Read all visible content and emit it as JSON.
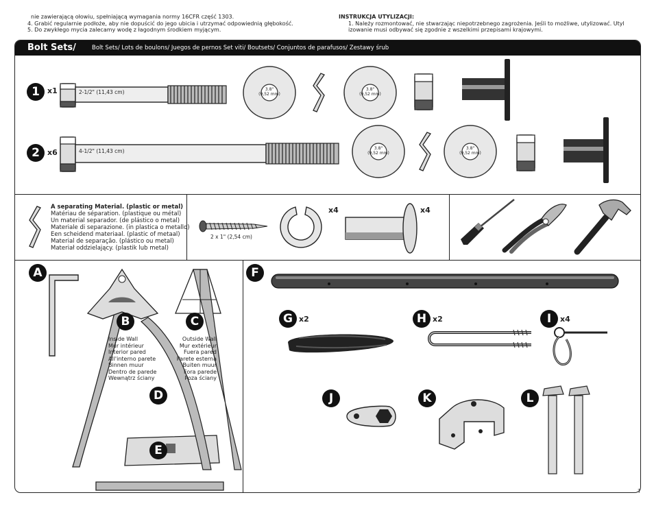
{
  "top_left_lines": [
    "nie zawierającą ołowiu, spełniającą wymagania normy 16CFR część 1303.",
    "4. Grabić regularnie podłoże, aby nie dopuścić do jego ubicia i utrzymać odpowiednią głębokość.",
    "5. Do zwykłego mycia zalecamy wodę z łagodnym środkiem myjącym."
  ],
  "disposal": {
    "title": "INSTRUKCJA UTYLIZACJI:",
    "line1": "1. Należy rozmontować, nie stwarzając niepotrzebnego zagrożenia. Jeśli to możliwe, utylizować. Utyl",
    "line2": "izowanie musi odbywać się zgodnie z wszelkimi przepisami krajowymi."
  },
  "header": {
    "title": "Bolt Sets/",
    "subtitle": "Bolt Sets/ Lots de boulons/ Juegos de pernos Set viti/  Boutsets/ Conjuntos de parafusos/ Zestawy śrub"
  },
  "bolt_sets": [
    {
      "number": "1",
      "count": "x1",
      "bolt_label": "2-1/2\" (11,43 cm)",
      "washer_label_1": "3.8\"",
      "washer_label_2": "(9,52 mm)"
    },
    {
      "number": "2",
      "count": "x6",
      "bolt_label": "4-1/2\" (11,43 cm)",
      "washer_label_1": "3.8\"",
      "washer_label_2": "(9,52 mm)"
    }
  ],
  "separating": {
    "title": "A separating Material. (plastic or metal)",
    "lines": [
      "Matériau de séparation. (plastique ou métal)",
      "Un material separador. (de plástico o metal)",
      "Materiale di separazione. (in plastica o metallo)",
      "Een scheidend materiaal.  (plastic of metaal)",
      "Material de separação. (plástico ou metal)",
      "Materiał oddzielający. (plastik lub metal)"
    ]
  },
  "screw": {
    "label": "2 x 1\" (2,54 cm)"
  },
  "lock_washer": {
    "count": "x4"
  },
  "sleeve": {
    "count": "x4"
  },
  "parts": {
    "A": "A",
    "B": "B",
    "C": "C",
    "D": "D",
    "E": "E",
    "F": "F",
    "G": "G",
    "G_count": "x2",
    "H": "H",
    "H_count": "x2",
    "I": "I",
    "I_count": "x4",
    "J": "J",
    "K": "K",
    "L": "L"
  },
  "inside_wall": [
    "Inside Wall",
    "Mur intérieur",
    "Interior pared",
    "All'interno parete",
    "Binnen muur",
    "Dentro de parede",
    "Wewnątrz ściany"
  ],
  "outside_wall": [
    "Outside Wall",
    "Mur extérieur",
    "Fuera pared",
    "Parete esterna",
    "Buiten muur",
    "Fora parede",
    "Poza ściany"
  ],
  "page_number": "7",
  "colors": {
    "ink": "#111111",
    "metal_light": "#e6e6e6",
    "metal_mid": "#b5b5b5",
    "metal_dark": "#555555"
  }
}
